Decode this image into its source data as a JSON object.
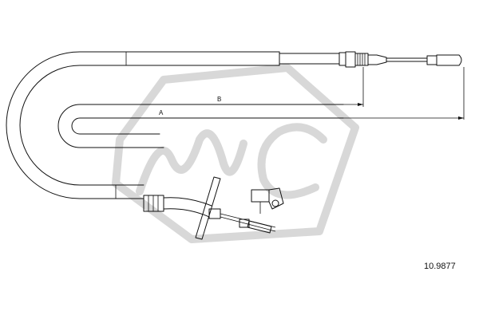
{
  "diagram": {
    "dimension_a_label": "A",
    "dimension_b_label": "B",
    "part_number": "10.9877",
    "watermark": "MC",
    "colors": {
      "line": "#111111",
      "watermark": "#b8b8b8",
      "background": "#ffffff"
    }
  }
}
